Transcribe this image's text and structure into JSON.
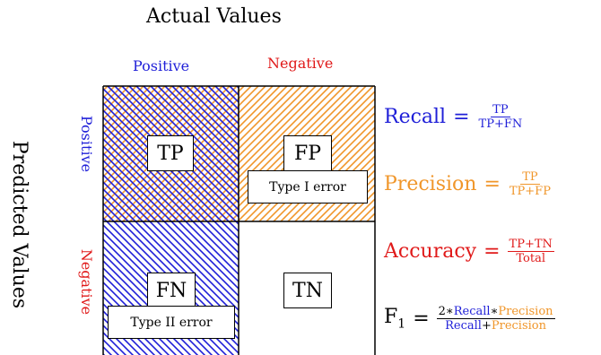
{
  "title": "Actual Values",
  "y_label": "Predicted Values",
  "columns": {
    "positive": "Positive",
    "negative": "Negative"
  },
  "rows": {
    "positive": "Positive",
    "negative": "Negative"
  },
  "cells": {
    "tp": "TP",
    "fp": "FP",
    "fn": "FN",
    "tn": "TN"
  },
  "errors": {
    "type1": "Type I error",
    "type2": "Type II error"
  },
  "formulas": {
    "recall": {
      "name": "Recall",
      "eq": "=",
      "num": "TP",
      "den": "TP+FN"
    },
    "precision": {
      "name": "Precision",
      "eq": "=",
      "num": "TP",
      "den": "TP+FP"
    },
    "accuracy": {
      "name": "Accuracy",
      "eq": "=",
      "num": "TP+TN",
      "den": "Total"
    },
    "f1": {
      "name": "F",
      "sub": "1",
      "eq": "=",
      "num_prefix": "2∗",
      "num_recall": "Recall",
      "num_mul": "∗",
      "num_precision": "Precision",
      "den_recall": "Recall",
      "den_plus": "+",
      "den_precision": "Precision"
    }
  },
  "colors": {
    "blue": "#1f1fd8",
    "orange": "#f0962a",
    "red": "#e01919",
    "black": "#000000"
  }
}
